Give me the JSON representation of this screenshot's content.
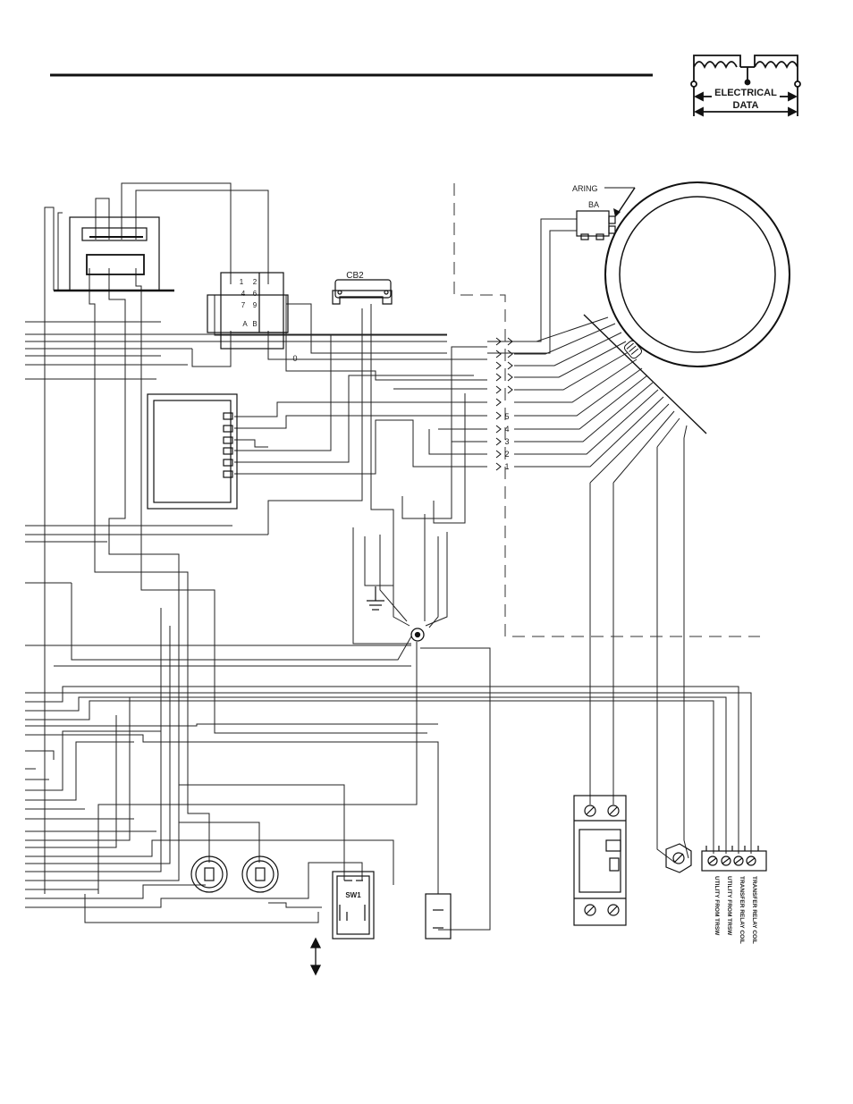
{
  "badge": {
    "line1": "ELECTRICAL",
    "line2": "DATA"
  },
  "components": {
    "circuit_breaker": "CB2",
    "brush_label": "BA",
    "brush_caption": "ARING",
    "switch": "SW1"
  },
  "terminal_numbers": [
    {
      "n1": "1",
      "n2": "2"
    },
    {
      "n1": "4",
      "n2": "6"
    },
    {
      "n1": "7",
      "n2": "9"
    },
    {
      "n1": "A",
      "n2": "B"
    }
  ],
  "stator_leads": [
    "5",
    "4",
    "3",
    "2",
    "1"
  ],
  "ground_mark": "0",
  "terminal_strip_labels": [
    "UTILITY FROM TRSW",
    "UTILITY FROM TRSW",
    "TRANSFER RELAY COIL",
    "TRANSFER RELAY COIL"
  ]
}
